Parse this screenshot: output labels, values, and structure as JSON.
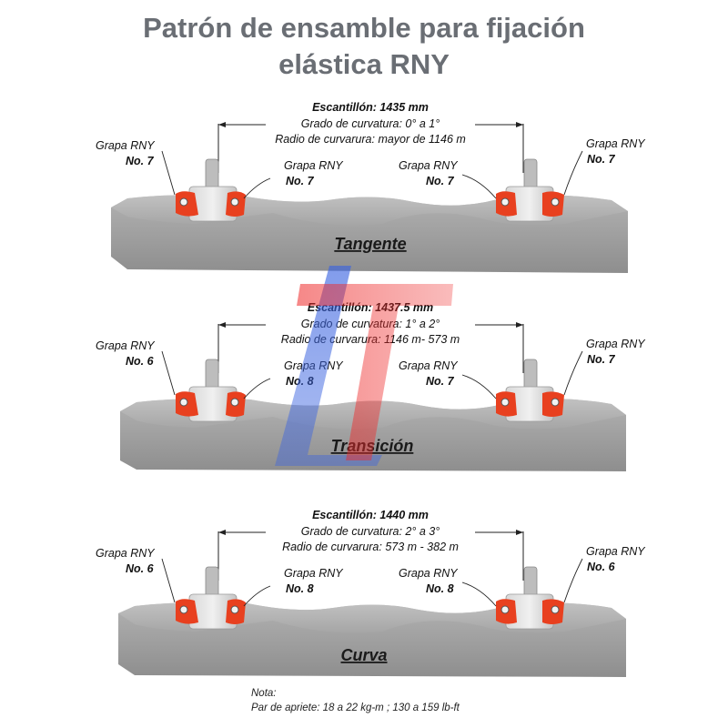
{
  "title": {
    "line1": "Patrón de ensamble para fijación",
    "line2": "elástica RNY"
  },
  "colors": {
    "title": "#6a6e74",
    "sleeper": "#a9a9a9",
    "clip": "#e8401f",
    "watermark_blue": "#3a63e0",
    "watermark_red": "#ee2a2a"
  },
  "sections": [
    {
      "name": "Tangente",
      "gauge": "Escantillón: 1435 mm",
      "degree": "Grado de curvatura: 0° a 1°",
      "radius": "Radio de curvarura: mayor de 1146 m",
      "clips": [
        {
          "label": "Grapa RNY",
          "num": "No. 7"
        },
        {
          "label": "Grapa RNY",
          "num": "No. 7"
        },
        {
          "label": "Grapa RNY",
          "num": "No. 7"
        },
        {
          "label": "Grapa RNY",
          "num": "No. 7"
        }
      ]
    },
    {
      "name": "Transición",
      "gauge": "Escantillón: 1437.5 mm",
      "degree": "Grado de curvatura: 1° a 2°",
      "radius": "Radio de curvarura: 1146 m- 573 m",
      "clips": [
        {
          "label": "Grapa RNY",
          "num": "No. 6"
        },
        {
          "label": "Grapa RNY",
          "num": "No. 8"
        },
        {
          "label": "Grapa RNY",
          "num": "No. 7"
        },
        {
          "label": "Grapa RNY",
          "num": "No. 7"
        }
      ]
    },
    {
      "name": "Curva",
      "gauge": "Escantillón: 1440 mm",
      "degree": "Grado de curvatura: 2° a 3°",
      "radius": "Radio de curvarura: 573 m - 382 m",
      "clips": [
        {
          "label": "Grapa RNY",
          "num": "No. 6"
        },
        {
          "label": "Grapa RNY",
          "num": "No. 8"
        },
        {
          "label": "Grapa RNY",
          "num": "No. 8"
        },
        {
          "label": "Grapa RNY",
          "num": "No. 6"
        }
      ]
    }
  ],
  "note": {
    "heading": "Nota:",
    "text": "Par de apriete:  18 a 22 kg-m ; 130 a 159 lb-ft"
  }
}
